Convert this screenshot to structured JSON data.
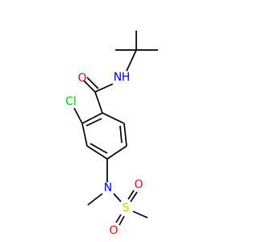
{
  "diagram": {
    "type": "structural-formula",
    "atom_labels": {
      "carbonyl_oxygen": "O",
      "amide_nh": "H",
      "amide_n": "N",
      "chlorine": "Cl",
      "sulfonamide_n": "N",
      "sulfonyl_s": "S",
      "sulfonyl_o_top": "O",
      "sulfonyl_o_bottom": "O"
    },
    "colors": {
      "bond": "#000000",
      "oxygen": "#ff0000",
      "nitrogen": "#0000ff",
      "chlorine": "#00cc00",
      "sulfur": "#cccc00",
      "background": "#ffffff"
    }
  }
}
